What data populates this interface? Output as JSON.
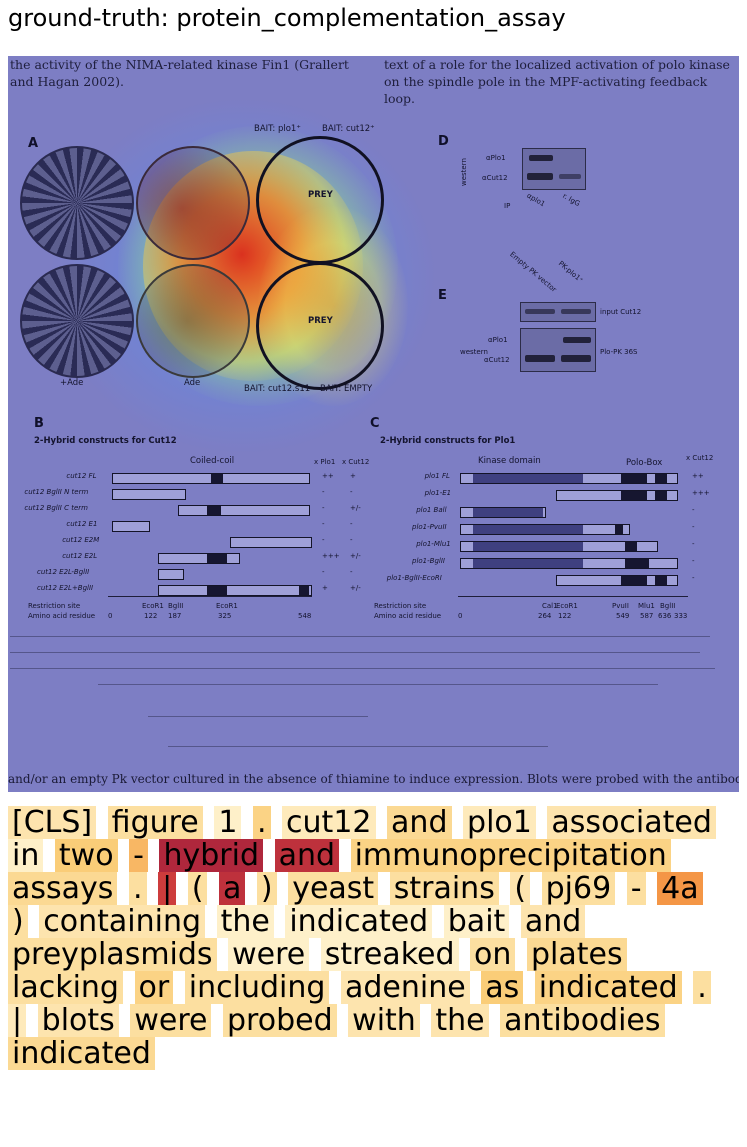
{
  "title": "ground-truth: protein_complementation_assay",
  "figure": {
    "top_left": [
      "the activity of the NIMA-related kinase Fin1 (Grallert",
      "and Hagan 2002)."
    ],
    "top_right": [
      "text of a role for the localized activation of polo kinase",
      "on the spindle pole in the MPF-activating feedback loop."
    ],
    "panel_labels": [
      "A",
      "B",
      "C",
      "D",
      "E"
    ],
    "plate_labels": {
      "plus_ade": "+Ade",
      "ade": "Ade",
      "bait_top_left": "BAIT: plo1⁺",
      "bait_top_right": "BAIT: cut12⁺",
      "bait_bottom_left": "BAIT: cut12.s11",
      "bait_bottom_right": "BAIT: EMPTY",
      "prey": "PREY"
    },
    "panel_d": {
      "western": "western",
      "rows": [
        "αPlo1",
        "αCut12"
      ],
      "ip_label": "IP",
      "lanes": [
        "αplo1",
        "r. IgG"
      ]
    },
    "panel_e": {
      "western": "western",
      "lanes": [
        "Empty PK vector",
        "PK-plo1⁺"
      ],
      "rows": [
        "αPlo1",
        "αCut12"
      ],
      "right": [
        "input Cut12",
        "Plo-PK 36S"
      ]
    },
    "panel_b": {
      "title": "2-Hybrid constructs for Cut12",
      "domain": "Coiled-coil",
      "cols": [
        "x Plo1",
        "x Cut12"
      ],
      "rows": [
        {
          "name": "cut12 FL",
          "a": "++",
          "b": "+"
        },
        {
          "name": "cut12 BglII N term",
          "a": "-",
          "b": "-"
        },
        {
          "name": "cut12 BglII C term",
          "a": "-",
          "b": "+/-"
        },
        {
          "name": "cut12 E1",
          "a": "-",
          "b": "-"
        },
        {
          "name": "cut12 E2M",
          "a": "-",
          "b": "-"
        },
        {
          "name": "cut12 E2L",
          "a": "+++",
          "b": "+/-"
        },
        {
          "name": "cut12 E2L-BglII",
          "a": "-",
          "b": "-"
        },
        {
          "name": "cut12 E2L+BglII",
          "a": "+",
          "b": "+/-"
        }
      ],
      "restriction": "Restriction site",
      "residue": "Amino acid residue",
      "sites": [
        "EcoR1",
        "BglII",
        "EcoR1"
      ],
      "nums": [
        "0",
        "122",
        "187",
        "325",
        "548"
      ]
    },
    "panel_c": {
      "title": "2-Hybrid constructs for Plo1",
      "domain": "Kinase domain",
      "polo": "Polo-Box",
      "col": "x Cut12",
      "rows": [
        {
          "name": "plo1 FL",
          "a": "++"
        },
        {
          "name": "plo1-E1",
          "a": "+++"
        },
        {
          "name": "plo1 Ball",
          "a": "-"
        },
        {
          "name": "plo1-PvuII",
          "a": "-"
        },
        {
          "name": "plo1-Mlu1",
          "a": "-"
        },
        {
          "name": "plo1-BglII",
          "a": "-"
        },
        {
          "name": "plo1-BglII-EcoRI",
          "a": "-"
        }
      ],
      "restriction": "Restriction site",
      "residue": "Amino acid residue",
      "sites": [
        "Cal1",
        "EcoR1",
        "PvuII",
        "Mlu1",
        "BglII"
      ],
      "nums": [
        "0",
        "264",
        "122",
        "549",
        "587",
        "636",
        "333"
      ]
    },
    "bottom": "and/or an empty Pk vector cultured in the absence of thiamine to induce expression. Blots were probed with the antibodies indicated."
  },
  "tokens": [
    {
      "t": "[CLS]",
      "w": 0.15
    },
    {
      "t": "figure",
      "w": 0.2
    },
    {
      "t": "1",
      "w": 0.05
    },
    {
      "t": ".",
      "w": 0.3
    },
    {
      "t": "cut12",
      "w": 0.1
    },
    {
      "t": "and",
      "w": 0.25
    },
    {
      "t": "plo1",
      "w": 0.1
    },
    {
      "t": "associated",
      "w": 0.15
    },
    {
      "t": "in",
      "w": 0.05
    },
    {
      "t": "two",
      "w": 0.35
    },
    {
      "t": "-",
      "w": 0.45
    },
    {
      "t": "hybrid",
      "w": 0.95
    },
    {
      "t": "and",
      "w": 0.9
    },
    {
      "t": "immunoprecipitation",
      "w": 0.3
    },
    {
      "t": "assays",
      "w": 0.25
    },
    {
      "t": ".",
      "w": 0.2
    },
    {
      "t": "|",
      "w": 0.85
    },
    {
      "t": "(",
      "w": 0.2
    },
    {
      "t": "a",
      "w": 0.9
    },
    {
      "t": ")",
      "w": 0.2
    },
    {
      "t": "yeast",
      "w": 0.2
    },
    {
      "t": "strains",
      "w": 0.2
    },
    {
      "t": "(",
      "w": 0.15
    },
    {
      "t": "pj69",
      "w": 0.2
    },
    {
      "t": "-",
      "w": 0.2
    },
    {
      "t": "4a",
      "w": 0.6
    },
    {
      "t": ")",
      "w": 0.2
    },
    {
      "t": "containing",
      "w": 0.15
    },
    {
      "t": "the",
      "w": 0.05
    },
    {
      "t": "indicated",
      "w": 0.05
    },
    {
      "t": "bait",
      "w": 0.05
    },
    {
      "t": "and",
      "w": 0.15
    },
    {
      "t": "preyplasmids",
      "w": 0.2
    },
    {
      "t": "were",
      "w": 0.05
    },
    {
      "t": "streaked",
      "w": 0.05
    },
    {
      "t": "on",
      "w": 0.2
    },
    {
      "t": "plates",
      "w": 0.25
    },
    {
      "t": "lacking",
      "w": 0.2
    },
    {
      "t": "or",
      "w": 0.3
    },
    {
      "t": "including",
      "w": 0.2
    },
    {
      "t": "adenine",
      "w": 0.15
    },
    {
      "t": "as",
      "w": 0.35
    },
    {
      "t": "indicated",
      "w": 0.3
    },
    {
      "t": ".",
      "w": 0.2
    },
    {
      "t": "|",
      "w": 0.1
    },
    {
      "t": "blots",
      "w": 0.15
    },
    {
      "t": "were",
      "w": 0.2
    },
    {
      "t": "probed",
      "w": 0.2
    },
    {
      "t": "with",
      "w": 0.15
    },
    {
      "t": "the",
      "w": 0.15
    },
    {
      "t": "antibodies",
      "w": 0.2
    },
    {
      "t": "indicated",
      "w": 0.25
    }
  ],
  "colors": {
    "panel_bg": "#7d7ec4",
    "token_low": "#fff5d2",
    "token_mid": "#f6b75a",
    "token_high": "#a51c3b"
  }
}
